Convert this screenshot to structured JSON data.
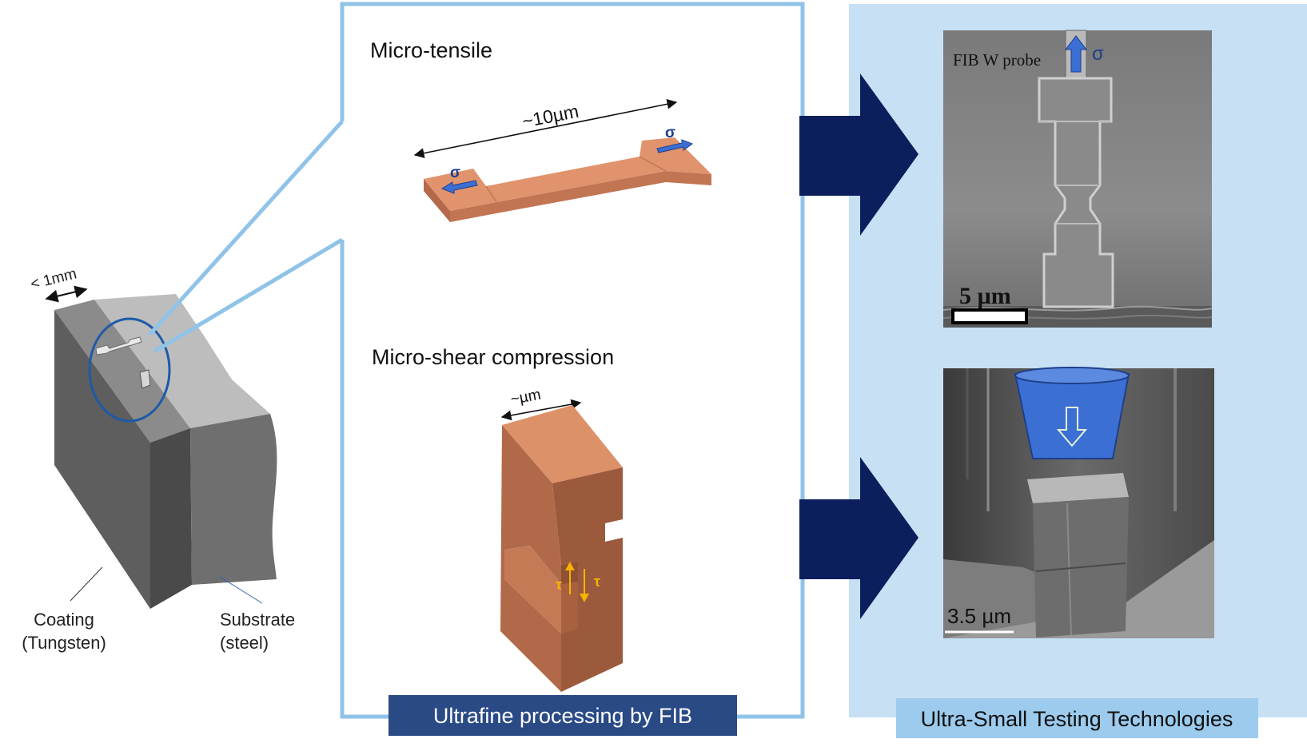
{
  "sample": {
    "width_label": "< 1mm",
    "coating_label_1": "Coating",
    "coating_label_2": "(Tungsten)",
    "substrate_label_1": "Substrate",
    "substrate_label_2": "(steel)"
  },
  "processing": {
    "tensile_title": "Micro-tensile",
    "tensile_length": "~10µm",
    "sigma_symbol": "σ",
    "shear_title": "Micro-shear compression",
    "shear_width": "~µm",
    "tau_symbol": "τ",
    "footer": "Ultrafine processing by FIB"
  },
  "testing": {
    "probe_label": "FIB W probe",
    "sigma_symbol": "σ",
    "scale_tensile": "5 µm",
    "scale_shear": "3.5 µm",
    "footer": "Ultra-Small Testing Technologies"
  },
  "colors": {
    "frame_blue": "#90c3e8",
    "testing_panel": "#c7e0f4",
    "navy_arrow": "#0b1f5c",
    "specimen": "#e0936d",
    "processing_banner": "#2a4a86",
    "testing_banner": "#9ccbed",
    "tau_arrow": "#f5b400"
  }
}
